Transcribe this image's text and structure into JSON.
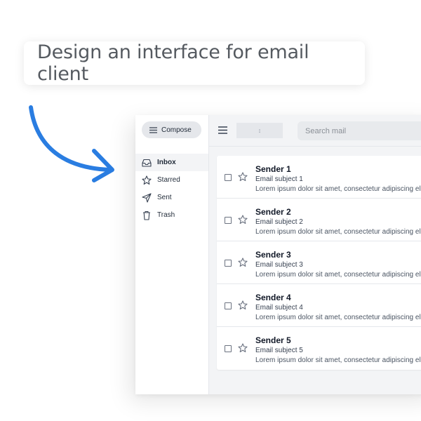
{
  "prompt": "Design an interface for email client",
  "sidebar": {
    "compose_label": "Compose",
    "items": [
      {
        "label": "Inbox",
        "icon": "inbox-icon",
        "active": true
      },
      {
        "label": "Starred",
        "icon": "star-icon",
        "active": false
      },
      {
        "label": "Sent",
        "icon": "send-icon",
        "active": false
      },
      {
        "label": "Trash",
        "icon": "trash-icon",
        "active": false
      }
    ]
  },
  "topbar": {
    "search_placeholder": "Search mail",
    "tool_glyph": "↕"
  },
  "emails": [
    {
      "sender": "Sender 1",
      "subject": "Email subject 1",
      "preview": "Lorem ipsum dolor sit amet, consectetur adipiscing elit."
    },
    {
      "sender": "Sender 2",
      "subject": "Email subject 2",
      "preview": "Lorem ipsum dolor sit amet, consectetur adipiscing elit."
    },
    {
      "sender": "Sender 3",
      "subject": "Email subject 3",
      "preview": "Lorem ipsum dolor sit amet, consectetur adipiscing elit."
    },
    {
      "sender": "Sender 4",
      "subject": "Email subject 4",
      "preview": "Lorem ipsum dolor sit amet, consectetur adipiscing elit."
    },
    {
      "sender": "Sender 5",
      "subject": "Email subject 5",
      "preview": "Lorem ipsum dolor sit amet, consectetur adipiscing elit."
    }
  ],
  "colors": {
    "accent_arrow": "#2a7de1",
    "app_background": "#f3f4f6",
    "active_nav": "#f3f4f6"
  }
}
